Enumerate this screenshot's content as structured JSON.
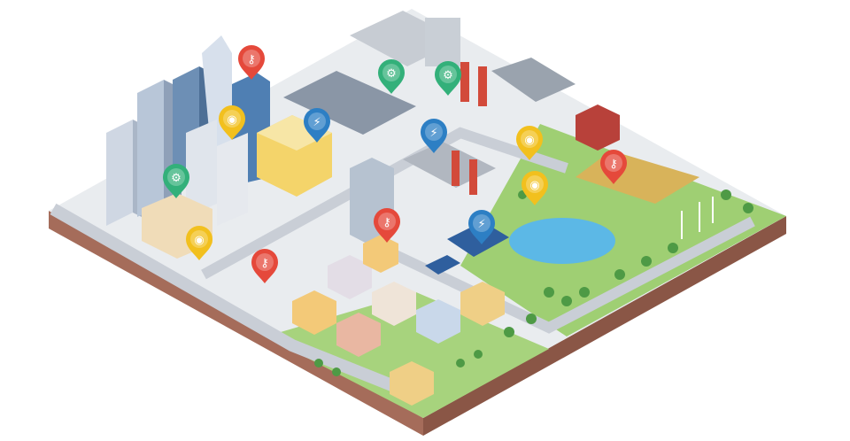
{
  "colors": {
    "background": "#ffffff",
    "soil_left": "#a56c5a",
    "soil_right": "#8a5646",
    "grass": "#9fcf73",
    "grass_dark": "#6fae4e",
    "pavement": "#e4e7ec",
    "road": "#6d737c",
    "water": "#5cb8e6",
    "pin_red": "#e5493b",
    "pin_green": "#33b07a",
    "pin_blue": "#2d7fc4",
    "pin_yellow": "#f2c01e"
  },
  "pins": [
    {
      "category": "key",
      "color": "#e5493b",
      "icon": "key-icon"
    },
    {
      "category": "key",
      "color": "#e5493b",
      "icon": "key-icon"
    },
    {
      "category": "key",
      "color": "#e5493b",
      "icon": "key-icon"
    },
    {
      "category": "key",
      "color": "#e5493b",
      "icon": "key-icon"
    },
    {
      "category": "gears",
      "color": "#33b07a",
      "icon": "gears-icon"
    },
    {
      "category": "gears",
      "color": "#33b07a",
      "icon": "gears-icon"
    },
    {
      "category": "gears",
      "color": "#33b07a",
      "icon": "gears-icon"
    },
    {
      "category": "power",
      "color": "#2d7fc4",
      "icon": "power-tower-icon"
    },
    {
      "category": "power",
      "color": "#2d7fc4",
      "icon": "power-tower-icon"
    },
    {
      "category": "power",
      "color": "#2d7fc4",
      "icon": "power-tower-icon"
    },
    {
      "category": "wifi",
      "color": "#f2c01e",
      "icon": "wifi-icon"
    },
    {
      "category": "wifi",
      "color": "#f2c01e",
      "icon": "wifi-icon"
    },
    {
      "category": "wifi",
      "color": "#f2c01e",
      "icon": "wifi-icon"
    },
    {
      "category": "wifi",
      "color": "#f2c01e",
      "icon": "wifi-icon"
    }
  ]
}
